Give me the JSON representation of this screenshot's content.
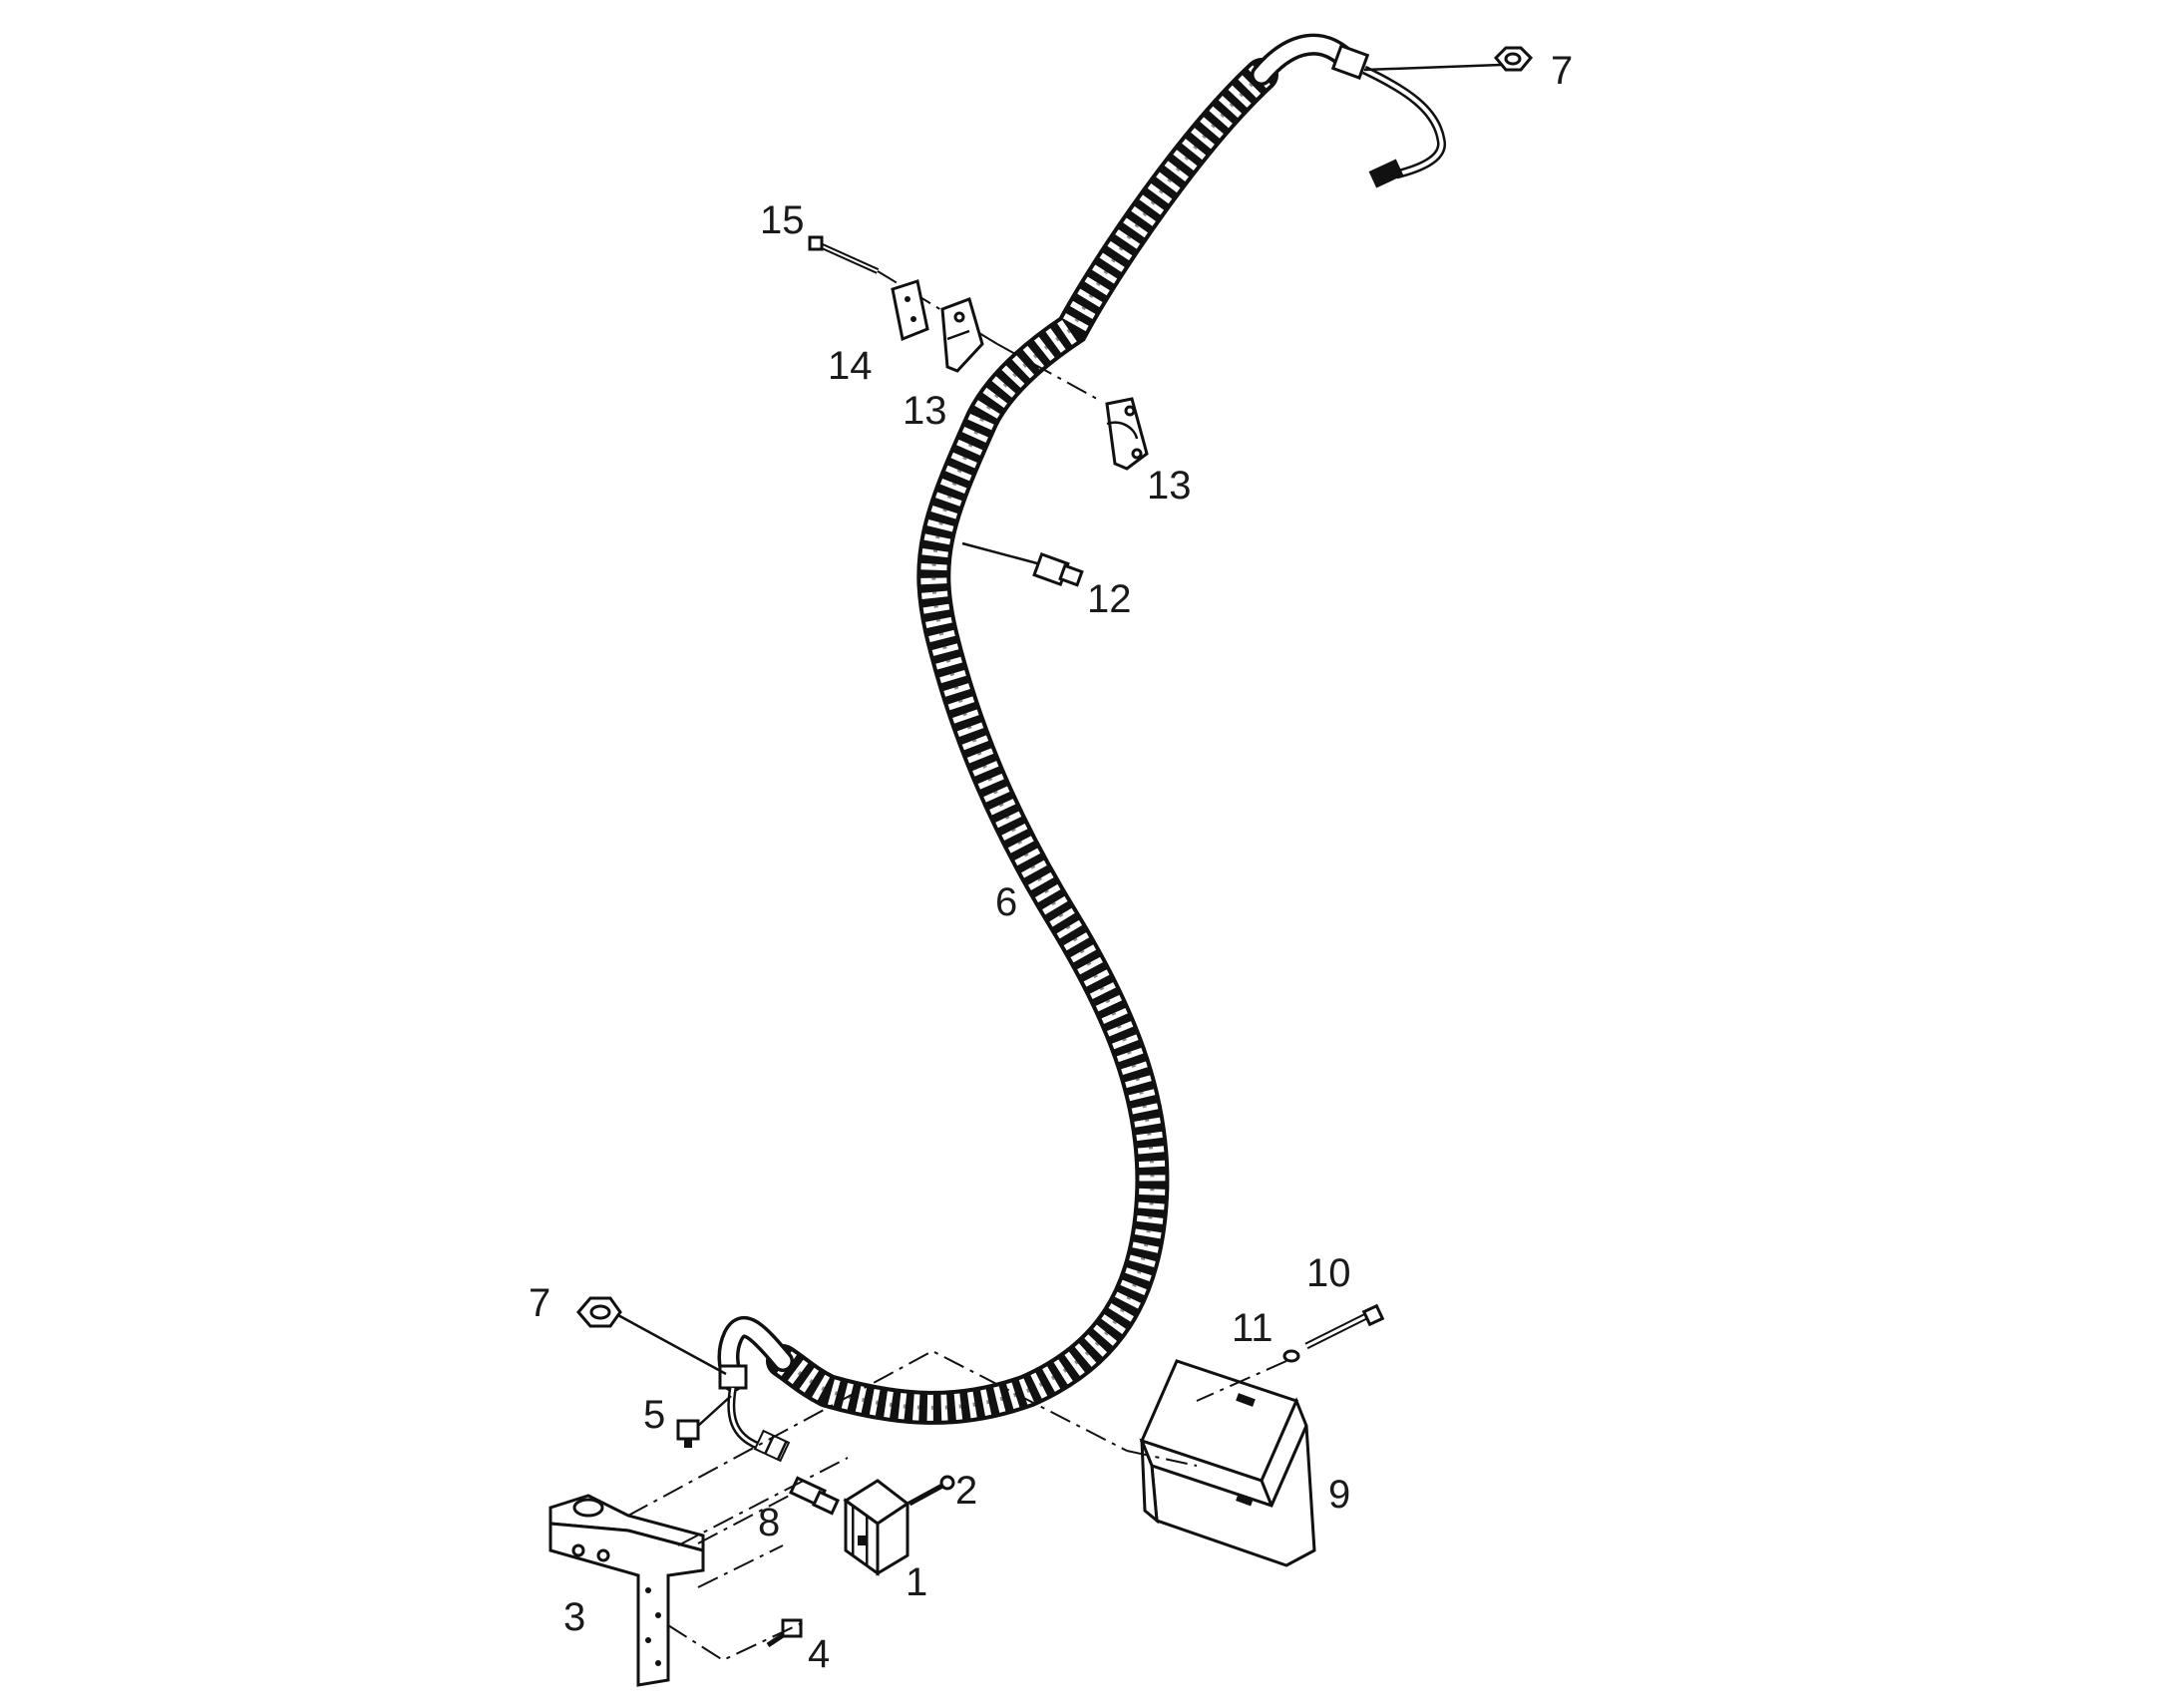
{
  "labels": {
    "p1": "1",
    "p2": "2",
    "p3": "3",
    "p4": "4",
    "p5": "5",
    "p6": "6",
    "p7_top": "7",
    "p7_bottom": "7",
    "p8": "8",
    "p9": "9",
    "p10": "10",
    "p11": "11",
    "p12": "12",
    "p13_left": "13",
    "p13_right": "13",
    "p14": "14",
    "p15": "15"
  }
}
